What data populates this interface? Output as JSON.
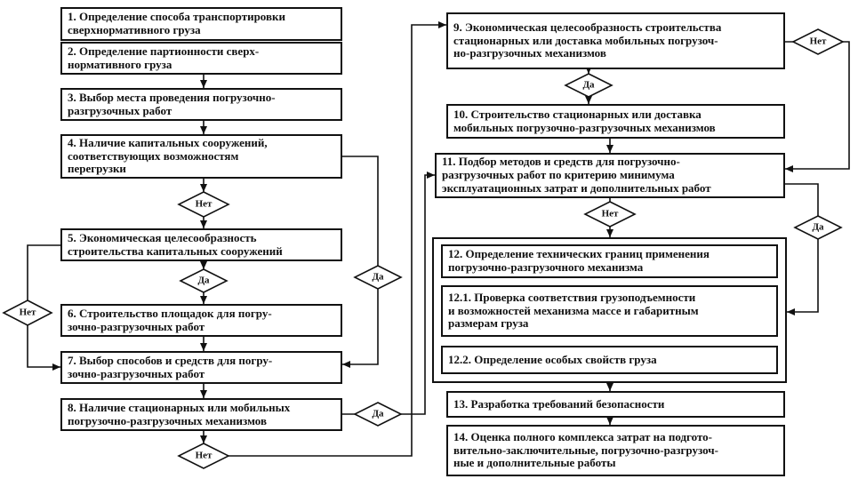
{
  "diagram": {
    "labels": {
      "yes": "Да",
      "no": "Нет"
    },
    "colors": {
      "line": "#111111",
      "background": "#ffffff"
    },
    "boxes": {
      "b1": "1. Определение способа транспортировки\nсверхнормативного груза",
      "b2": "2. Определение партионности сверх-\nнормативного груза",
      "b3": "3. Выбор места проведения погрузочно-\nразгрузочных работ",
      "b4": "4. Наличие капитальных сооружений,\nсоответствующих возможностям\nперегрузки",
      "b5": "5. Экономическая целесообразность\nстроительства капитальных сооружений",
      "b6": "6. Строительство площадок для погру-\nзочно-разгрузочных работ",
      "b7": "7. Выбор способов и средств для погру-\nзочно-разгрузочных работ",
      "b8": "8. Наличие стационарных или мобильных\nпогрузочно-разгрузочных механизмов",
      "b9": "9. Экономическая целесообразность строительства\nстационарных или доставка мобильных погрузоч-\nно-разгрузочных механизмов",
      "b10": "10. Строительство стационарных или доставка\nмобильных погрузочно-разгрузочных механизмов",
      "b11": "11. Подбор методов и средств для погрузочно-\nразгрузочных работ по критерию минимума\nэксплуатационных затрат и дополнительных работ",
      "b12": "12. Определение технических границ применения\nпогрузочно-разгрузочного механизма",
      "b12_1": "12.1. Проверка соответствия грузоподъемности\nи возможностей механизма массе и габаритным\nразмерам груза",
      "b12_2": "12.2. Определение особых свойств груза",
      "b13": "13. Разработка требований безопасности",
      "b14": "14. Оценка полного комплекса затрат на подгото-\nвительно-заключительные, погрузочно-разгрузоч-\nные и дополнительные работы"
    }
  }
}
